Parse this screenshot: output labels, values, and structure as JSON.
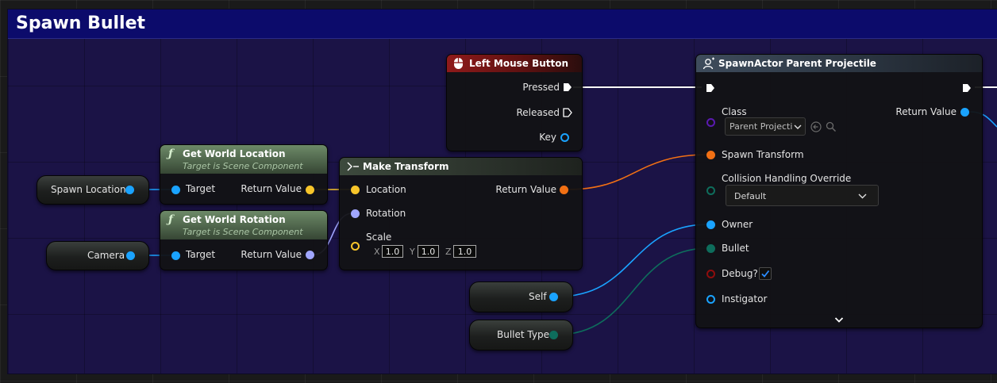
{
  "comment": {
    "title": "Spawn Bullet"
  },
  "colors": {
    "pin_object": "#1aa3ff",
    "pin_vector": "#f7c52a",
    "pin_rotator": "#a0a6ff",
    "pin_transform": "#f27014",
    "pin_class": "#5a1ab0",
    "pin_struct_teal": "#0e6d5c",
    "pin_bool": "#8f0d0d",
    "exec": "#ffffff",
    "event_header": "#8f1a1a",
    "function_header": "#6d8a68",
    "comment_header": "#0c0b6b"
  },
  "nodes": {
    "left_mouse_button": {
      "title": "Left Mouse Button",
      "icon": "mouse-icon",
      "pins": {
        "pressed": "Pressed",
        "released": "Released",
        "key": "Key"
      }
    },
    "get_world_location": {
      "title": "Get World Location",
      "subtitle": "Target is Scene Component",
      "icon": "function-icon",
      "pins": {
        "target": "Target",
        "return_value": "Return Value"
      }
    },
    "get_world_rotation": {
      "title": "Get World Rotation",
      "subtitle": "Target is Scene Component",
      "icon": "function-icon",
      "pins": {
        "target": "Target",
        "return_value": "Return Value"
      }
    },
    "make_transform": {
      "title": "Make Transform",
      "icon": "make-struct-icon",
      "pins": {
        "location": "Location",
        "rotation": "Rotation",
        "scale": "Scale",
        "return_value": "Return Value"
      },
      "scale_fields": {
        "x_label": "X",
        "x_value": "1.0",
        "y_label": "Y",
        "y_value": "1.0",
        "z_label": "Z",
        "z_value": "1.0"
      }
    },
    "spawn_actor": {
      "title": "SpawnActor Parent Projectile",
      "icon": "spawn-actor-icon",
      "pins": {
        "class": "Class",
        "class_value": "Parent Projecti",
        "spawn_transform": "Spawn Transform",
        "collision_handling": "Collision Handling Override",
        "collision_value": "Default",
        "owner": "Owner",
        "bullet": "Bullet",
        "debug": "Debug?",
        "debug_checked": true,
        "instigator": "Instigator",
        "return_value": "Return Value"
      }
    }
  },
  "variables": {
    "spawn_location": "Spawn Location",
    "camera": "Camera",
    "self": "Self",
    "bullet_type": "Bullet Type"
  }
}
